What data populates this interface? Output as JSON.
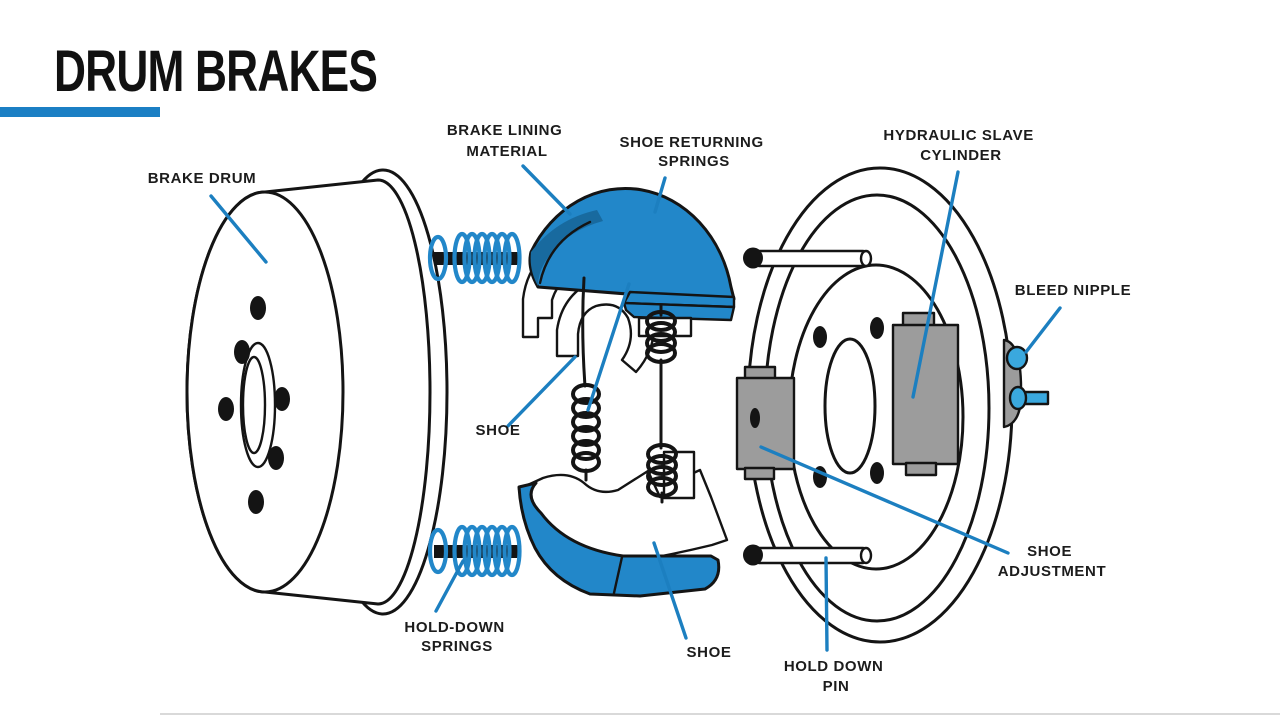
{
  "title": "DRUM BRAKES",
  "colors": {
    "accent": "#1b7fc4",
    "part_blue": "#2287c9",
    "part_blue_dark": "#186a9f",
    "leader_blue": "#1c7fc0",
    "part_gray": "#9c9c9c",
    "nipple_blue": "#3aa8de",
    "outline": "#141414",
    "label_color": "#1c1c1c",
    "divider": "#d9d9d9"
  },
  "diagram": {
    "labels": {
      "brake_drum": "BRAKE DRUM",
      "brake_lining_material_line1": "BRAKE LINING",
      "brake_lining_material_line2": "MATERIAL",
      "shoe_returning_springs_line1": "SHOE RETURNING",
      "shoe_returning_springs_line2": "SPRINGS",
      "hydraulic_slave_cylinder_line1": "HYDRAULIC SLAVE",
      "hydraulic_slave_cylinder_line2": "CYLINDER",
      "bleed_nipple": "BLEED NIPPLE",
      "shoe_top": "SHOE",
      "hold_down_springs_line1": "HOLD-DOWN",
      "hold_down_springs_line2": "SPRINGS",
      "shoe_bottom": "SHOE",
      "hold_down_pin_line1": "HOLD DOWN",
      "hold_down_pin_line2": "PIN",
      "shoe_adjustment_line1": "SHOE",
      "shoe_adjustment_line2": "ADJUSTMENT"
    }
  }
}
